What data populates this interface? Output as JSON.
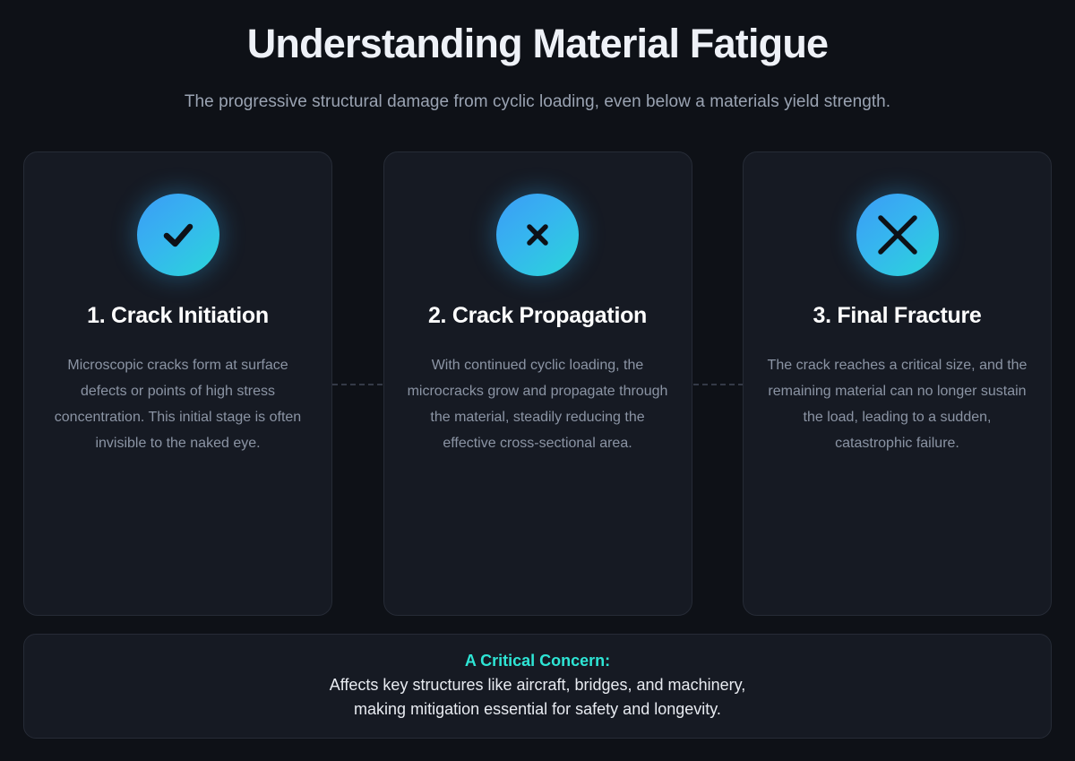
{
  "header": {
    "title": "Understanding Material Fatigue",
    "subtitle": "The progressive structural damage from cyclic loading, even below a materials yield strength."
  },
  "stages": [
    {
      "icon": "check-icon",
      "icon_size": "medium",
      "title": "1. Crack Initiation",
      "description": "Microscopic cracks form at surface defects or points of high stress concentration. This initial stage is often invisible to the naked eye."
    },
    {
      "icon": "x-icon",
      "icon_size": "small",
      "title": "2. Crack Propagation",
      "description": "With continued cyclic loading, the microcracks grow and propagate through the material, steadily reducing the effective cross-sectional area."
    },
    {
      "icon": "x-icon",
      "icon_size": "large",
      "title": "3. Final Fracture",
      "description": "The crack reaches a critical size, and the remaining material can no longer sustain the load, leading to a sudden, catastrophic failure."
    }
  ],
  "banner": {
    "heading": "A Critical Concern:",
    "line1": "Affects key structures like aircraft, bridges, and machinery,",
    "line2": "making mitigation essential for safety and longevity."
  },
  "colors": {
    "page_background": "#0e1117",
    "card_background": "#161a23",
    "card_border": "#262b36",
    "title_text": "#eef1f7",
    "subtitle_text": "#9aa3b2",
    "body_text": "#8b94a4",
    "accent_cyan": "#2ee5d5",
    "icon_gradient_start": "#3b9cf6",
    "icon_gradient_end": "#2ad6d9",
    "connector_dash": "#343a47"
  }
}
